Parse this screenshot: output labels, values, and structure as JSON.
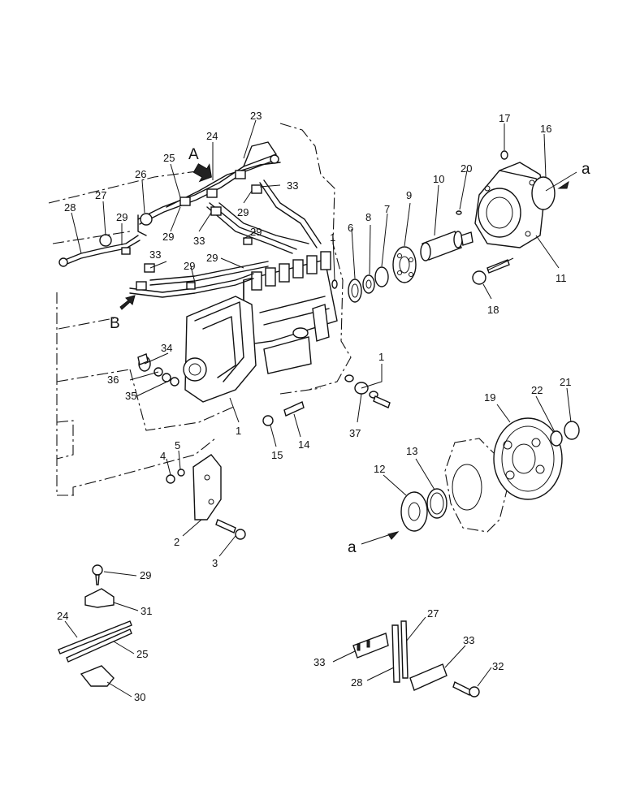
{
  "diagram": {
    "callouts": [
      {
        "id": "c23",
        "text": "23"
      },
      {
        "id": "c24",
        "text": "24"
      },
      {
        "id": "c25",
        "text": "25"
      },
      {
        "id": "c26",
        "text": "26"
      },
      {
        "id": "c27",
        "text": "27"
      },
      {
        "id": "c28",
        "text": "28"
      },
      {
        "id": "c29a",
        "text": "29"
      },
      {
        "id": "c29b",
        "text": "29"
      },
      {
        "id": "c29c",
        "text": "29"
      },
      {
        "id": "c29d",
        "text": "29"
      },
      {
        "id": "c29e",
        "text": "29"
      },
      {
        "id": "c29f",
        "text": "29"
      },
      {
        "id": "c33a",
        "text": "33"
      },
      {
        "id": "c33b",
        "text": "33"
      },
      {
        "id": "c33c",
        "text": "33"
      },
      {
        "id": "c1a",
        "text": "1"
      },
      {
        "id": "c6",
        "text": "6"
      },
      {
        "id": "c8",
        "text": "8"
      },
      {
        "id": "c7",
        "text": "7"
      },
      {
        "id": "c9",
        "text": "9"
      },
      {
        "id": "c10",
        "text": "10"
      },
      {
        "id": "c20",
        "text": "20"
      },
      {
        "id": "c17",
        "text": "17"
      },
      {
        "id": "c16",
        "text": "16"
      },
      {
        "id": "c11",
        "text": "11"
      },
      {
        "id": "c18",
        "text": "18"
      },
      {
        "id": "c34",
        "text": "34"
      },
      {
        "id": "c36",
        "text": "36"
      },
      {
        "id": "c35",
        "text": "35"
      },
      {
        "id": "c1b",
        "text": "1"
      },
      {
        "id": "c1c",
        "text": "1"
      },
      {
        "id": "c37",
        "text": "37"
      },
      {
        "id": "c14",
        "text": "14"
      },
      {
        "id": "c15",
        "text": "15"
      },
      {
        "id": "c4",
        "text": "4"
      },
      {
        "id": "c5",
        "text": "5"
      },
      {
        "id": "c2",
        "text": "2"
      },
      {
        "id": "c3",
        "text": "3"
      },
      {
        "id": "c19",
        "text": "19"
      },
      {
        "id": "c22",
        "text": "22"
      },
      {
        "id": "c21",
        "text": "21"
      },
      {
        "id": "c13",
        "text": "13"
      },
      {
        "id": "c12",
        "text": "12"
      },
      {
        "id": "c29g",
        "text": "29"
      },
      {
        "id": "c31",
        "text": "31"
      },
      {
        "id": "c24b",
        "text": "24"
      },
      {
        "id": "c25b",
        "text": "25"
      },
      {
        "id": "c30",
        "text": "30"
      },
      {
        "id": "c27b",
        "text": "27"
      },
      {
        "id": "c33d",
        "text": "33"
      },
      {
        "id": "c33e",
        "text": "33"
      },
      {
        "id": "c32",
        "text": "32"
      },
      {
        "id": "c28b",
        "text": "28"
      }
    ],
    "view_labels": {
      "A": "A",
      "B": "B",
      "a_top": "a",
      "a_bottom": "a"
    }
  }
}
